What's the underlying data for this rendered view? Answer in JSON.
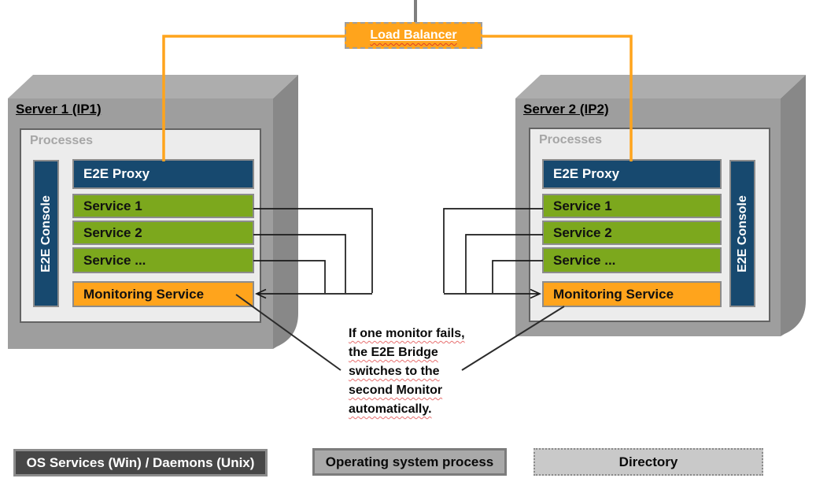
{
  "load_balancer": {
    "label": "Load Balancer"
  },
  "servers": [
    {
      "title": "Server 1 (IP1)",
      "processes_label": "Processes",
      "proxy_label": "E2E Proxy",
      "console_label": "E2E Console",
      "services": [
        "Service 1",
        "Service 2",
        "Service ..."
      ],
      "monitoring_label": "Monitoring Service"
    },
    {
      "title": "Server 2 (IP2)",
      "processes_label": "Processes",
      "proxy_label": "E2E Proxy",
      "console_label": "E2E Console",
      "services": [
        "Service 1",
        "Service 2",
        "Service ..."
      ],
      "monitoring_label": "Monitoring Service"
    }
  ],
  "note_lines": [
    "If one monitor fails,",
    "the E2E Bridge",
    "switches to the",
    "second Monitor",
    "automatically."
  ],
  "legend": [
    {
      "label": "OS Services (Win) / Daemons (Unix)"
    },
    {
      "label": "Operating system process"
    },
    {
      "label": "Directory"
    }
  ],
  "colors": {
    "orange": "#FFA41C",
    "dark_blue": "#17496F",
    "green": "#7CA81D",
    "server_front": "#9E9E9E",
    "server_top": "#ADADAD",
    "server_side": "#888888",
    "processes_bg": "#ECECEC",
    "legend_dark": "#474747",
    "legend_medium": "#A9A9A9",
    "legend_light": "#C9C9C9",
    "line_black": "#1A1A1A",
    "stub_gray": "#7F7F7F"
  }
}
